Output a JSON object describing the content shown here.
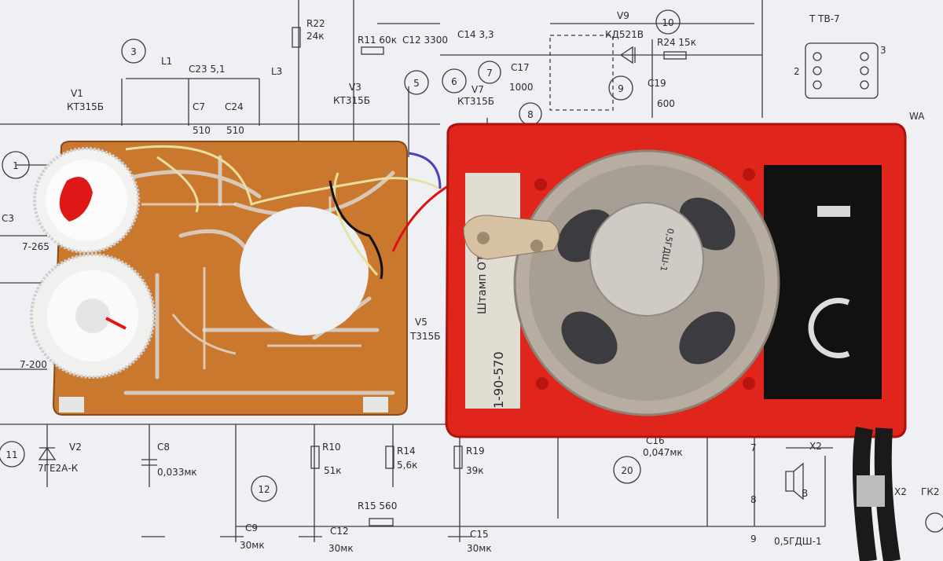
{
  "schematic": {
    "labels": {
      "r22": "R22",
      "r22v": "24к",
      "r11": "R11 60к",
      "c12a": "C12 3300",
      "c14": "C14 3,3",
      "v9": "V9",
      "kd": "КД521В",
      "r24": "R24 15к",
      "t": "T  ТВ-7",
      "v1": "V1",
      "v1t": "КТ315Б",
      "l1": "L1",
      "c23": "C23 5,1",
      "l3": "L3",
      "v3": "V3",
      "v3t": "КТ315Б",
      "v7": "V7",
      "v7t": "КТ315Б",
      "c17": "C17",
      "c17v": "1000",
      "c19": "C19",
      "c19v": "600",
      "c7": "C7",
      "c7v": "510",
      "c24": "C24",
      "c24v": "510",
      "wa": "WA",
      "c3": "C3",
      "c3v": "7-265",
      "c3b": "7-200",
      "v2": "V2",
      "v2t": "7ГЕ2А-К",
      "c8": "C8",
      "c8v": "0,033мк",
      "r10": "R10",
      "r10v": "51к",
      "r14": "R14",
      "r14v": "5,6к",
      "r19": "R19",
      "r19v": "39к",
      "c16": "C16",
      "c16v": "0,047мк",
      "x2": "X2",
      "x2b": "X2",
      "gk": "ГК2",
      "b": "B",
      "r15": "R15  560",
      "c9": "C9",
      "c9v": "30мк",
      "c12": "C12",
      "c12v": "30мк",
      "c15": "C15",
      "c15v": "30мк",
      "spk": "0,5ГДШ-1",
      "v5": "V5",
      "v5t": "Т315Б",
      "n7": "7",
      "n8": "8",
      "n9": "9",
      "n2": "2",
      "n3": "3"
    },
    "circles": [
      "1",
      "3",
      "5",
      "6",
      "7",
      "8",
      "9",
      "10",
      "11",
      "12",
      "20"
    ]
  },
  "case": {
    "stamp": "Штамп ОТК",
    "serial": "1-90-570",
    "speaker_text": "0,5ГДШ-1"
  },
  "colors": {
    "pcb": "#c9782e",
    "case": "#e0261c",
    "panel": "#111111"
  }
}
